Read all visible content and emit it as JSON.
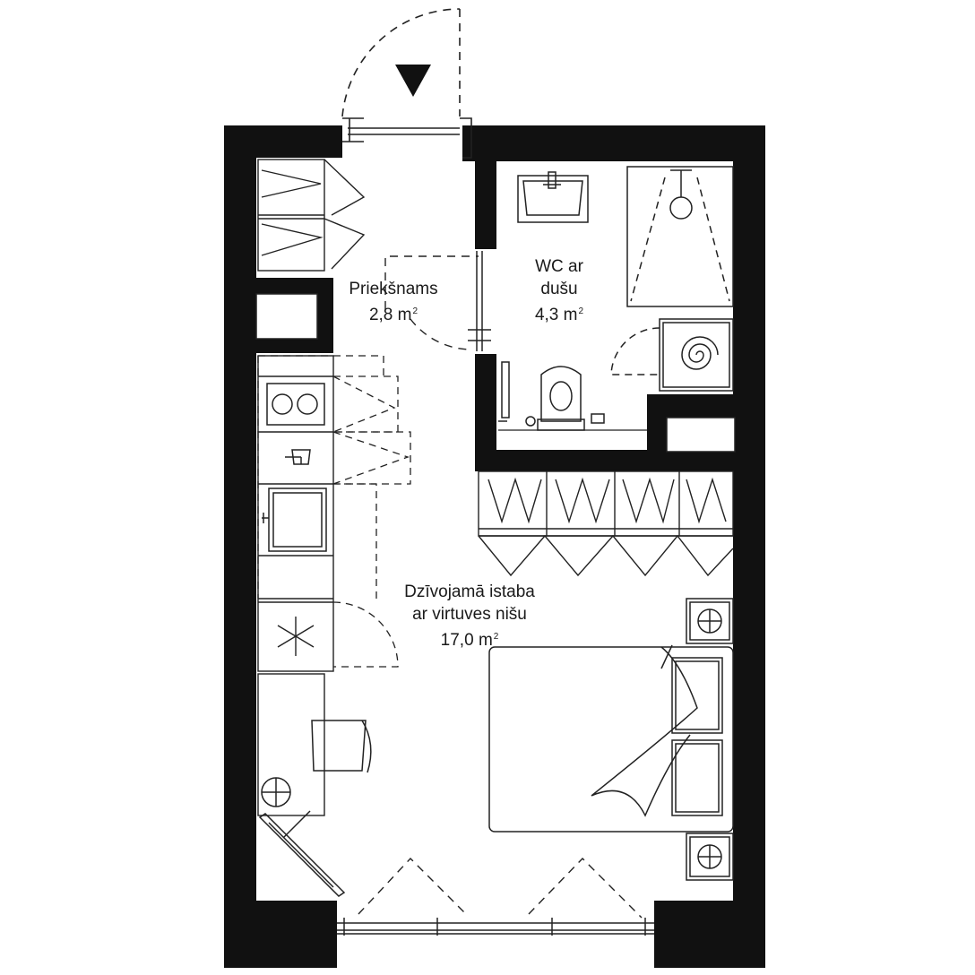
{
  "plan": {
    "colors": {
      "wall": "#111111",
      "line": "#222222",
      "background": "#ffffff"
    },
    "rooms": [
      {
        "id": "entrance",
        "name_lines": [
          "Priekšnams"
        ],
        "area_number": "2,8",
        "area_unit": "m",
        "area_power": "2"
      },
      {
        "id": "bathroom",
        "name_lines": [
          "WC ar",
          "dušu"
        ],
        "area_number": "4,3",
        "area_unit": "m",
        "area_power": "2"
      },
      {
        "id": "living",
        "name_lines": [
          "Dzīvojamā istaba",
          "ar virtuves nišu"
        ],
        "area_number": "17,0",
        "area_unit": "m",
        "area_power": "2"
      }
    ],
    "icons": {
      "entrance_marker": "triangle-down",
      "cooktop": "two-burner-hob",
      "dishwasher": "wine-glass",
      "kitchen_sink": "sink",
      "fridge_unit": "snowflake",
      "washbasin": "washbasin",
      "shower": "shower-head",
      "washing_machine": "spiral",
      "toilet": "toilet",
      "bed": "double-bed",
      "lamps": "lamp",
      "desk_chair": "chair"
    }
  }
}
